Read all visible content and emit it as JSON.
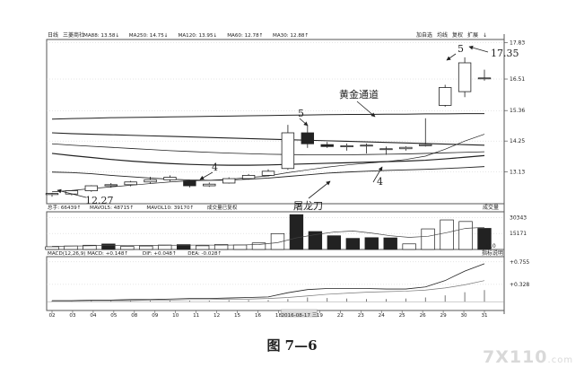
{
  "header": {
    "period": "日线",
    "stock": "三菱商社",
    "ma_labels": [
      "MA88: 13.58↓",
      "MA250: 14.75↓",
      "MA120: 13.95↓",
      "MA60: 12.78↑",
      "MA30: 12.88↑"
    ],
    "right_menu": [
      "加自选",
      "均线",
      "复权",
      "扩展",
      "↓"
    ]
  },
  "volume_header": {
    "labels": [
      "总手: 66439↑",
      "MAVOL5: 48715↑",
      "MAVOL10: 39170↑",
      "成交量已复权"
    ],
    "right_label": "成交量"
  },
  "macd_header": {
    "labels": [
      "MACD(12,26,9) MACD: +0.148↑",
      "DIF: +0.048↑",
      "DEA: -0.028↑"
    ],
    "right_label": "指标说明"
  },
  "annotations": {
    "label_golden_channel": "黄金通道",
    "label_slaughter_blade": "屠龙刀",
    "label_5_mid": "5",
    "label_5_top": "5",
    "label_4_left": "4",
    "label_4_right": "4",
    "low_price": "12.27",
    "high_price": "17.35"
  },
  "caption": "图 7—6",
  "watermark": "7X110",
  "watermark_sub": ".com",
  "chart_data": {
    "type": "candlestick",
    "x_tick_labels": [
      "02",
      "03",
      "04",
      "05",
      "08",
      "09",
      "10",
      "11",
      "12",
      "15",
      "16",
      "18",
      "2016-08-17 三",
      "19",
      "22",
      "23",
      "24",
      "25",
      "26",
      "29",
      "30",
      "31"
    ],
    "price_axis": {
      "ticks": [
        17.83,
        16.51,
        15.36,
        14.25,
        13.13
      ],
      "ylim": [
        12.0,
        17.95
      ]
    },
    "candles": [
      {
        "o": 12.3,
        "h": 12.36,
        "l": 12.22,
        "c": 12.34
      },
      {
        "o": 12.32,
        "h": 12.46,
        "l": 12.27,
        "c": 12.44
      },
      {
        "o": 12.44,
        "h": 12.64,
        "l": 12.4,
        "c": 12.62
      },
      {
        "o": 12.62,
        "h": 12.72,
        "l": 12.55,
        "c": 12.66
      },
      {
        "o": 12.66,
        "h": 12.8,
        "l": 12.6,
        "c": 12.76
      },
      {
        "o": 12.76,
        "h": 12.95,
        "l": 12.7,
        "c": 12.84
      },
      {
        "o": 12.84,
        "h": 13.0,
        "l": 12.78,
        "c": 12.93
      },
      {
        "o": 12.8,
        "h": 12.84,
        "l": 12.56,
        "c": 12.62
      },
      {
        "o": 12.62,
        "h": 12.74,
        "l": 12.58,
        "c": 12.68
      },
      {
        "o": 12.72,
        "h": 12.93,
        "l": 12.7,
        "c": 12.88
      },
      {
        "o": 12.88,
        "h": 13.05,
        "l": 12.84,
        "c": 13.0
      },
      {
        "o": 13.0,
        "h": 13.22,
        "l": 12.96,
        "c": 13.15
      },
      {
        "o": 13.25,
        "h": 14.84,
        "l": 13.2,
        "c": 14.55
      },
      {
        "o": 14.55,
        "h": 14.83,
        "l": 14.0,
        "c": 14.15
      },
      {
        "o": 14.12,
        "h": 14.22,
        "l": 14.0,
        "c": 14.05
      },
      {
        "o": 14.04,
        "h": 14.16,
        "l": 13.9,
        "c": 14.08
      },
      {
        "o": 14.08,
        "h": 14.16,
        "l": 13.8,
        "c": 14.1
      },
      {
        "o": 13.95,
        "h": 14.05,
        "l": 13.75,
        "c": 13.97
      },
      {
        "o": 13.97,
        "h": 14.06,
        "l": 13.9,
        "c": 14.02
      },
      {
        "o": 14.08,
        "h": 15.08,
        "l": 14.05,
        "c": 14.12
      },
      {
        "o": 15.55,
        "h": 16.3,
        "l": 15.5,
        "c": 16.2
      },
      {
        "o": 16.05,
        "h": 17.3,
        "l": 15.85,
        "c": 17.1
      },
      {
        "o": 16.52,
        "h": 16.85,
        "l": 16.45,
        "c": 16.55
      }
    ],
    "ma_lines": [
      {
        "name": "channel-top",
        "values": [
          15.05,
          15.07,
          15.08,
          15.1,
          15.11,
          15.12,
          15.13,
          15.14,
          15.15,
          15.16,
          15.17,
          15.18,
          15.19,
          15.2,
          15.21,
          15.22,
          15.22,
          15.23,
          15.23,
          15.24,
          15.24,
          15.25,
          15.25
        ]
      },
      {
        "name": "upper-mid",
        "values": [
          14.55,
          14.52,
          14.5,
          14.48,
          14.46,
          14.44,
          14.42,
          14.4,
          14.38,
          14.36,
          14.34,
          14.32,
          14.3,
          14.28,
          14.26,
          14.24,
          14.22,
          14.2,
          14.18,
          14.16,
          14.14,
          14.12,
          14.1
        ]
      },
      {
        "name": "mid",
        "values": [
          14.15,
          14.1,
          14.06,
          14.02,
          13.98,
          13.94,
          13.9,
          13.87,
          13.84,
          13.81,
          13.79,
          13.77,
          13.76,
          13.75,
          13.75,
          13.75,
          13.76,
          13.77,
          13.78,
          13.8,
          13.82,
          13.84,
          13.86
        ]
      },
      {
        "name": "lower-mid",
        "values": [
          13.8,
          13.72,
          13.65,
          13.58,
          13.52,
          13.47,
          13.43,
          13.4,
          13.38,
          13.37,
          13.37,
          13.38,
          13.4,
          13.42,
          13.44,
          13.46,
          13.48,
          13.5,
          13.52,
          13.55,
          13.6,
          13.66,
          13.72
        ]
      },
      {
        "name": "ma-low",
        "values": [
          13.12,
          13.1,
          13.06,
          13.0,
          12.95,
          12.9,
          12.86,
          12.83,
          12.82,
          12.83,
          12.86,
          12.9,
          12.96,
          13.02,
          13.08,
          13.12,
          13.15,
          13.18,
          13.2,
          13.22,
          13.25,
          13.28,
          13.32
        ]
      },
      {
        "name": "ma-short",
        "values": [
          12.4,
          12.45,
          12.52,
          12.58,
          12.64,
          12.7,
          12.76,
          12.8,
          12.82,
          12.86,
          12.92,
          12.98,
          13.1,
          13.2,
          13.3,
          13.38,
          13.44,
          13.5,
          13.58,
          13.7,
          13.95,
          14.25,
          14.5
        ]
      }
    ],
    "volume": {
      "ticks": [
        30343,
        15171
      ],
      "unit_label": "X10",
      "max": 34000,
      "values": [
        2600,
        3300,
        4000,
        5200,
        3000,
        3300,
        4200,
        4600,
        3500,
        4700,
        4300,
        6200,
        15000,
        33000,
        17000,
        13000,
        10500,
        11200,
        11000,
        5300,
        19500,
        28000,
        26500,
        20000
      ],
      "down": [
        false,
        false,
        false,
        true,
        false,
        false,
        false,
        true,
        false,
        false,
        false,
        false,
        false,
        true,
        true,
        true,
        true,
        true,
        true,
        false,
        false,
        false,
        false,
        true
      ],
      "ma_line": [
        3000,
        3200,
        3500,
        3900,
        4000,
        3900,
        3900,
        4100,
        4200,
        4100,
        4300,
        4700,
        6500,
        11000,
        14000,
        16500,
        17500,
        15500,
        13000,
        11500,
        12500,
        16000,
        20000,
        21000
      ]
    },
    "macd": {
      "ticks": [
        0.755,
        0.328
      ],
      "range": [
        -0.15,
        0.82
      ],
      "hist": [
        0.02,
        0.02,
        0.02,
        0.02,
        0.02,
        0.02,
        0.02,
        0.02,
        0.02,
        0.03,
        0.03,
        0.03,
        0.05,
        0.08,
        0.07,
        0.06,
        0.05,
        0.05,
        0.06,
        0.08,
        0.12,
        0.18,
        0.22
      ],
      "dif": [
        0.02,
        0.02,
        0.03,
        0.03,
        0.04,
        0.04,
        0.05,
        0.06,
        0.06,
        0.07,
        0.08,
        0.09,
        0.17,
        0.23,
        0.25,
        0.25,
        0.25,
        0.24,
        0.24,
        0.28,
        0.4,
        0.58,
        0.72
      ],
      "dea": [
        0.01,
        0.01,
        0.02,
        0.02,
        0.02,
        0.03,
        0.03,
        0.04,
        0.04,
        0.05,
        0.05,
        0.06,
        0.08,
        0.11,
        0.14,
        0.16,
        0.18,
        0.19,
        0.2,
        0.22,
        0.26,
        0.32,
        0.4
      ]
    }
  }
}
